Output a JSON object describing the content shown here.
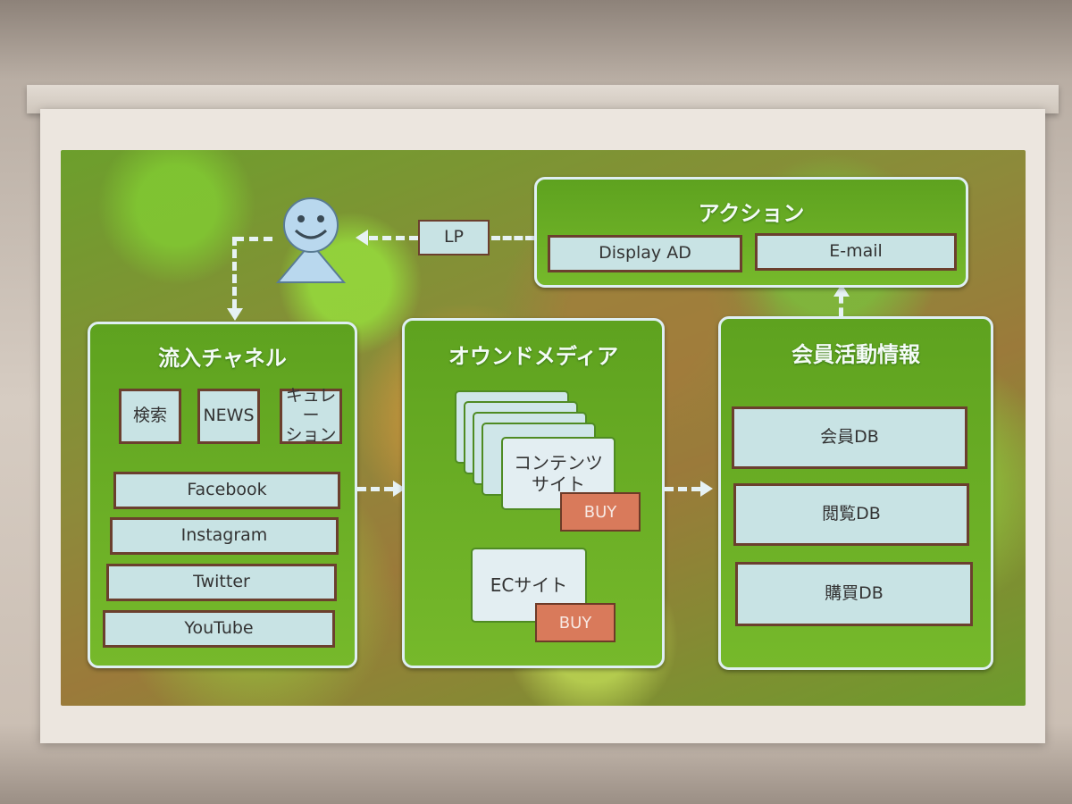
{
  "inflow": {
    "title": "流入チャネル",
    "small_items": [
      "検索",
      "NEWS",
      "キュレー\nション"
    ],
    "channels": [
      "Facebook",
      "Instagram",
      "Twitter",
      "YouTube"
    ]
  },
  "owned_media": {
    "title": "オウンドメディア",
    "content_site": "コンテンツ\nサイト",
    "content_buy": "BUY",
    "ec_site": "ECサイト",
    "ec_buy": "BUY"
  },
  "member": {
    "title": "会員活動情報",
    "dbs": [
      "会員DB",
      "閲覧DB",
      "購買DB"
    ]
  },
  "action": {
    "title": "アクション",
    "items": [
      "Display AD",
      "E-mail"
    ]
  },
  "lp_label": "LP",
  "colors": {
    "panel_green": "#6aae25",
    "box_fill": "#c8e3e4",
    "box_border": "#6b3f2e",
    "buy_fill": "#d97a5b",
    "arrow": "#e6f2f4"
  },
  "icons": [
    "smiley-person-icon"
  ]
}
